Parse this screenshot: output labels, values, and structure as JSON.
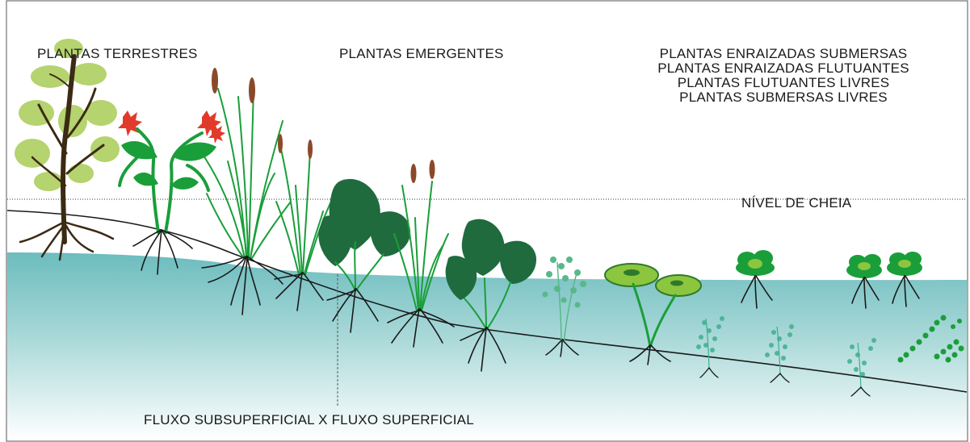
{
  "labels": {
    "terrestrial": "PLANTAS TERRESTRES",
    "emergent": "PLANTAS EMERGENTES",
    "aquatic_groups": [
      "PLANTAS ENRAIZADAS SUBMERSAS",
      "PLANTAS ENRAIZADAS FLUTUANTES",
      "PLANTAS FLUTUANTES LIVRES",
      "PLANTAS SUBMERSAS LIVRES"
    ],
    "flood_level": "NÍVEL DE CHEIA",
    "flow": "FLUXO SUBSUPERFICIAL X FLUXO SUPERFICIAL"
  },
  "colors": {
    "water_top": "#7cc4c6",
    "water_bottom": "#ffffff",
    "tree_foliage": "#b5d36e",
    "tree_trunk": "#3b2a14",
    "grass_green": "#1a9e3a",
    "dark_leaf": "#1f6b3e",
    "flower_red": "#e23a2a",
    "cattail_brown": "#8a4a2a",
    "lilypad_green": "#8cc63f",
    "root_black": "#1a1a1a"
  },
  "icons": [
    "tree-icon",
    "flower-plant-icon",
    "cattail-icon",
    "arrowhead-leaf-icon",
    "water-lily-icon",
    "floating-rosette-icon",
    "submerged-weed-icon"
  ]
}
